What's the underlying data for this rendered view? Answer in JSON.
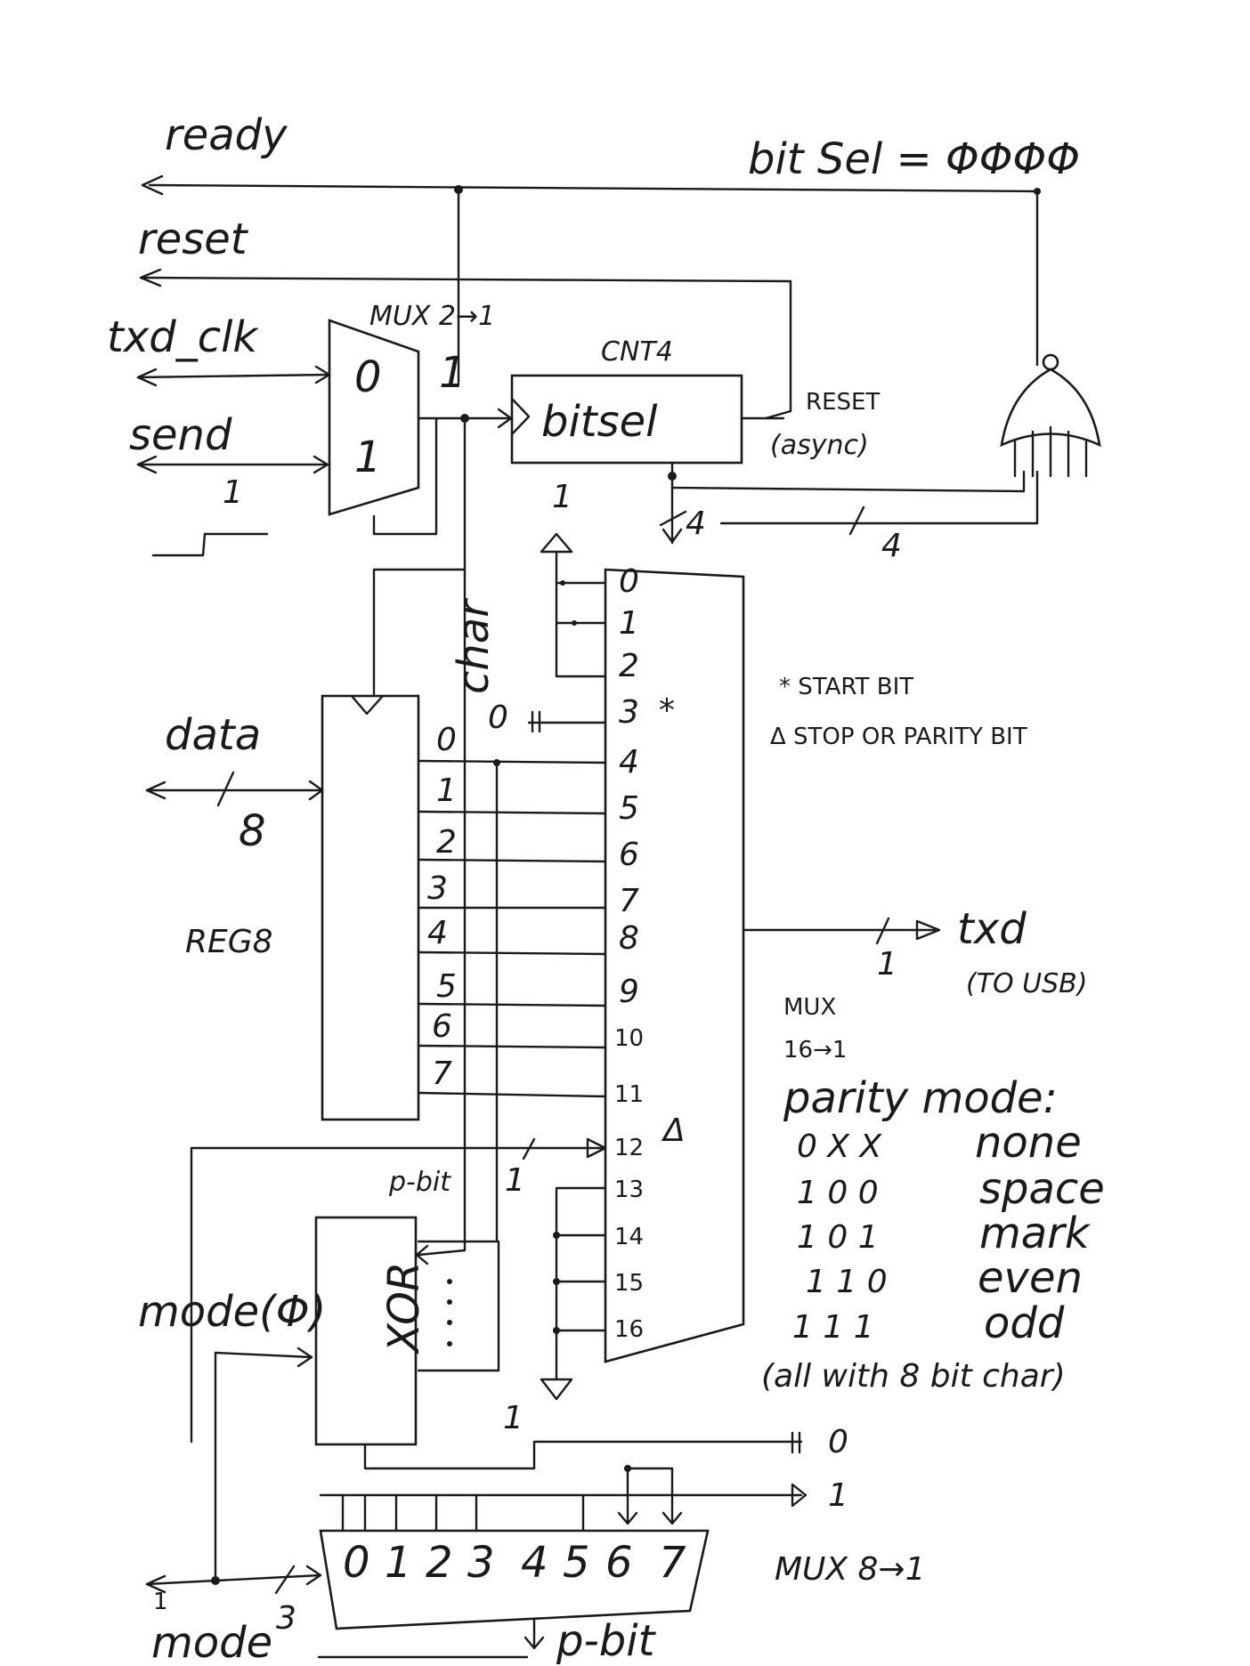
{
  "signals": {
    "ready": "ready",
    "bitsel_cond": "bit Sel = ΦΦΦΦ",
    "reset": "reset",
    "txd_clk": "txd_clk",
    "send": "send",
    "data": "data",
    "mode0": "mode(Φ)",
    "mode": "mode",
    "txd": "txd",
    "to_usb": "(TO USB)",
    "char": "char",
    "p_bit": "p-bit"
  },
  "blocks": {
    "mux21": {
      "name": "MUX 2→1",
      "in0": "0",
      "in1": "1"
    },
    "cnt4": {
      "name": "CNT4",
      "label": "bitsel",
      "reset": "RESET",
      "async": "(async)"
    },
    "reg8": {
      "name": "REG8",
      "bits": [
        "0",
        "1",
        "2",
        "3",
        "4",
        "5",
        "6",
        "7"
      ]
    },
    "mux16": {
      "name": "MUX",
      "ratio": "16→1",
      "inputs": [
        "0",
        "1",
        "2",
        "3",
        "4",
        "5",
        "6",
        "7",
        "8",
        "9",
        "10",
        "11",
        "12",
        "13",
        "14",
        "15",
        "16"
      ]
    },
    "xor": {
      "name": "XOR"
    },
    "mux8": {
      "name": "MUX 8→1",
      "inputs": [
        "0",
        "1",
        "2",
        "3",
        "4",
        "5",
        "6",
        "7"
      ]
    }
  },
  "bus_widths": {
    "data": "8",
    "bitsel": "4",
    "nor_in": "4",
    "send": "1",
    "mode": "3",
    "txd": "1",
    "pbit": "1",
    "mode_tap": "1"
  },
  "constants": {
    "one_top": "1",
    "zero_char": "0",
    "zero_mux8": "0",
    "one_mux8": "1",
    "one_xor": "1"
  },
  "legend": {
    "start": "* START BIT",
    "stop": "Δ STOP OR PARITY BIT",
    "marks": {
      "start": "*",
      "stop": "Δ"
    }
  },
  "parity_table": {
    "title": "parity mode:",
    "rows": [
      {
        "code": "0 X X",
        "name": "none"
      },
      {
        "code": "1 0 0",
        "name": "space"
      },
      {
        "code": "1 0 1",
        "name": "mark"
      },
      {
        "code": "1 1 0",
        "name": "even"
      },
      {
        "code": "1 1 1",
        "name": "odd"
      }
    ],
    "note": "(all with 8 bit char)"
  }
}
